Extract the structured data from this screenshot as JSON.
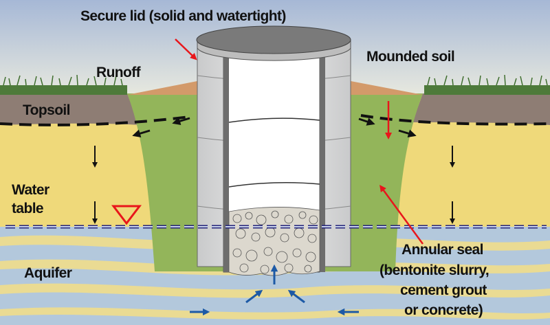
{
  "labels": {
    "lid": "Secure lid (solid and watertight)",
    "runoff": "Runoff",
    "mounded_soil": "Mounded soil",
    "topsoil": "Topsoil",
    "water_table_line1": "Water",
    "water_table_line2": "table",
    "aquifer": "Aquifer",
    "annular_seal": [
      "Annular seal",
      "(bentonite slurry,",
      "cement grout",
      "or concrete)"
    ]
  },
  "colors": {
    "sky_top": "#a6b8d6",
    "sky_bottom": "#e8e9df",
    "grass": "#4e7a3a",
    "topsoil": "#8e7d74",
    "mound": "#d39a6a",
    "seal": "#93b55a",
    "sand": "#efd97a",
    "water": "#a9c3dd",
    "casing": "#d9dadb",
    "lid_top": "#7a7a7a",
    "callout_arrow": "#e8161b",
    "flow_arrow": "#1d5aa6",
    "water_table_line": "#23237a"
  }
}
